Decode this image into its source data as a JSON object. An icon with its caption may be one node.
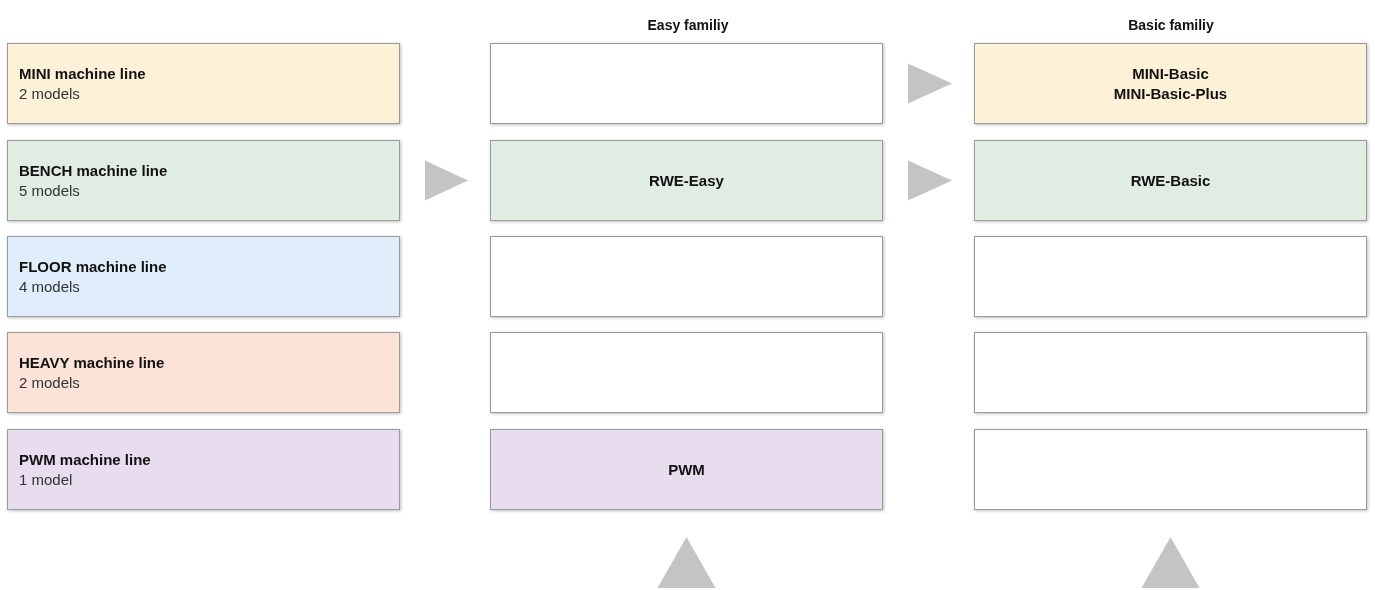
{
  "diagram": {
    "nodes": [
      {
        "text": [
          "MINI machine line",
          "2 models"
        ]
      },
      {
        "text": [
          "BENCH machine line",
          "5 models"
        ]
      },
      {
        "text": [
          "FLOOR machine line",
          "4 models"
        ]
      },
      {
        "text": [
          "HEAVY machine line",
          "2 models"
        ]
      },
      {
        "text": [
          "PWM machine line",
          "1 model"
        ]
      },
      {
        "text": [],
        "shape": "box"
      },
      {
        "text": [
          "RWE-Easy"
        ]
      },
      {
        "text": [],
        "shape": "box"
      },
      {
        "text": [],
        "shape": "box"
      },
      {
        "text": [
          "PWM"
        ]
      },
      {
        "text": [
          "MINI-Basic",
          "MINI-Basic-Plus"
        ]
      },
      {
        "text": [
          "RWE-Basic"
        ]
      },
      {
        "text": [],
        "shape": "box"
      },
      {
        "text": [],
        "shape": "box"
      },
      {
        "text": [],
        "shape": "box"
      }
    ],
    "edges": [
      {
        "from": 1,
        "to": 6,
        "arrow": "to"
      },
      {
        "from": 5,
        "to": 10,
        "arrow": "to"
      },
      {
        "from": 6,
        "to": 11,
        "arrow": "to"
      },
      {
        "from": null,
        "to": 9,
        "arrow": "to"
      },
      {
        "from": null,
        "to": 14,
        "arrow": "to"
      }
    ],
    "labels": [
      "Easy familiy",
      "Basic familiy"
    ]
  }
}
